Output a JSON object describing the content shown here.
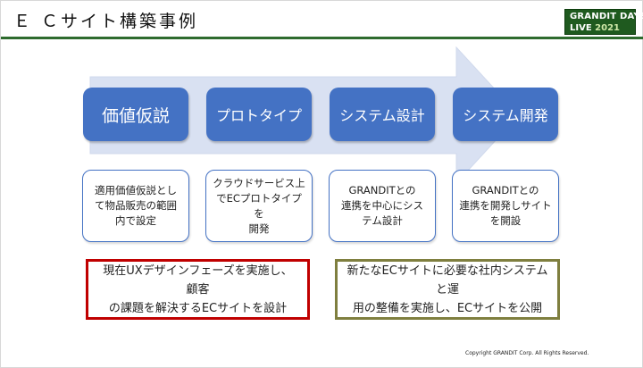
{
  "slide": {
    "title": "Ｅ Ｃサイト構築事例",
    "logo": {
      "line1": "GRANDIT DAYS",
      "line2_prefix": "LIVE ",
      "line2_year": "2021"
    },
    "steps": [
      "価値仮説",
      "プロトタイプ",
      "システム設計",
      "システム開発"
    ],
    "descriptions": [
      [
        "適用価値仮説とし",
        "て物品販売の範囲",
        "内で設定"
      ],
      [
        "クラウドサービス上",
        "でECプロトタイプを",
        "開発"
      ],
      [
        "GRANDITとの",
        "連携を中心にシス",
        "テム設計"
      ],
      [
        "GRANDITとの",
        "連携を開発しサイト",
        "を開設"
      ]
    ],
    "notes": {
      "left": [
        "現在UXデザインフェーズを実施し、顧客",
        "の課題を解決するECサイトを設計"
      ],
      "right": [
        "新たなECサイトに必要な社内システムと運",
        "用の整備を実施し、ECサイトを公開"
      ]
    },
    "copyright": "Copyright GRANDIT Corp. All Rights Reserved.",
    "colors": {
      "accent_green": "#2e6b2e",
      "step_blue": "#4472c4",
      "arrow_fill": "#d9e1f2",
      "note_red": "#c00000",
      "note_olive": "#7f7f3f"
    }
  }
}
